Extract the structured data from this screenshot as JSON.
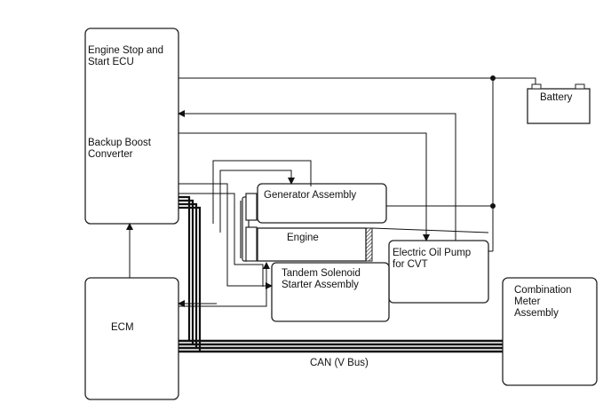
{
  "components": {
    "engine_stop_start_ecu": {
      "title": "Engine Stop and\nStart ECU",
      "sub": "Backup Boost\nConverter"
    },
    "battery": "Battery",
    "generator": "Generator Assembly",
    "engine": "Engine",
    "oil_pump": "Electric Oil Pump\nfor CVT",
    "starter": "Tandem Solenoid\nStarter Assembly",
    "ecm": "ECM",
    "combination_meter": "Combination\nMeter\nAssembly"
  },
  "bus": {
    "label": "CAN (V Bus)"
  },
  "colors": {
    "line": "#111111",
    "box": "#222222",
    "background": "#ffffff"
  }
}
